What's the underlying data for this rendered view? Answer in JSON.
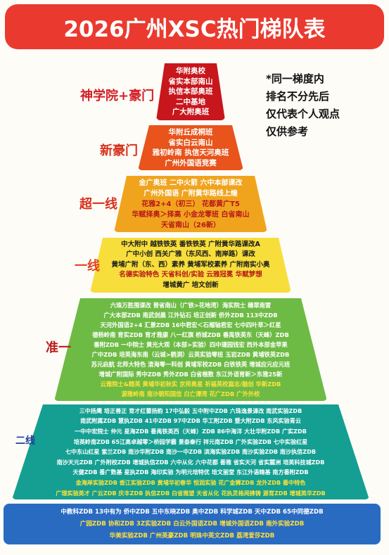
{
  "title": "2026广州XSC热门梯队表",
  "note": [
    "*同一梯度内",
    "排名不分先后",
    "仅代表个人观点",
    "仅供参考"
  ],
  "tiers": [
    {
      "label": "神学院+豪门",
      "color": "#c8161d",
      "label_color": "#d41f26",
      "text_color": "#ffffff",
      "lines": [
        [
          "华附奥校"
        ],
        [
          "省实本部南山"
        ],
        [
          "执信本部奥班"
        ],
        [
          "二中基地"
        ],
        [
          "广大附奥班"
        ]
      ]
    },
    {
      "label": "新豪门",
      "color": "#e8541b",
      "label_color": "#d7321d",
      "text_color": "#ffffff",
      "lines": [
        [
          "华附丘成桐班"
        ],
        [
          "省实白云南山"
        ],
        [
          "雅初岭南 执信天河奥班"
        ],
        [
          "广州外国语竞赛"
        ]
      ]
    },
    {
      "label": "超一线",
      "color": "#f0a41e",
      "label_color": "#d7321d",
      "text_color": "#ffffff",
      "lines": [
        [
          "金广奥班  二中火箭  六中本部课改"
        ],
        [
          "广州外国语  广附黄华路线上煌"
        ],
        [
          "花雅2+4（初三）",
          "花都黄广T5"
        ],
        [
          "华赋择奥＞择高  小金龙零班 白省南山"
        ],
        [
          "天省南山（26新）"
        ]
      ],
      "accent_color": "#b8161a"
    },
    {
      "label": "一线",
      "color": "#f7de3b",
      "label_color": "#e2401d",
      "text_color": "#1a1a1a",
      "lines": [
        [
          "中大附中  越铁铁英  番铁铁英  广附黄华路课改A"
        ],
        [
          "广中小创  西关广雅（东风西、南岸路）课改"
        ],
        [
          "黄埔广附（东、西）素养  黄埔军校素养  广附南实小奥"
        ],
        [
          "名德实验特色  天省科创/实验  云雅冠冕  华赋梦想"
        ],
        [
          "增城黄广  培文创新"
        ]
      ],
      "accent_color": "#b8161a"
    },
    {
      "label": "准一",
      "color": "#6dbb45",
      "label_color": "#b91c1c",
      "text_color": "#ffffff",
      "lines": [
        [
          "六珠万胜围课改  普省南山（广铁>花地湾）海实院士  穗翠南雷"
        ],
        [
          "广大本部ZDB 南武剑晨 江外钻石 培正创新 侨外ZDB 113中ZDB"
        ],
        [
          "天河外国语2+4 汇景ZDB 16中君宏＜石榴轴君宏  七中四叶草＞红星"
        ],
        [
          "德杨岭南 育实ZDB 育才雅康 八一红旗 桥城ZDB 番禺铁英东（天峰）ZDB"
        ],
        [
          "番附ZDB 一中院士 黄光大观（本部>实验）四中珊园钱宏 西外本部金苹果"
        ],
        [
          "广中ZDB 培英海东南（云城>鹤洞）云英实验零班 玉岩ZDB 黄埔铁英ZDB"
        ],
        [
          "苏元启航 北师大特色 清海零一科创 黄埔军校ZDB 白铁铁英 增城应元应元班"
        ],
        [
          "增城广附国际 秀中ZDB 秀外ZDB 白省楷数 东江外语育新＞东雅25新"
        ],
        [
          "云雅院士&精英 黄埔华初秋实 京师奥星 祈福英校篇志/融创 华新ZDB"
        ],
        [
          "源雅岭南 南沙朝阳国信 白亡谭湾 花广ZDB 广外外校"
        ]
      ],
      "accent_color": "#ffe23a"
    },
    {
      "label": "二线",
      "color": "#149f92",
      "label_color": "#1d3f9b",
      "text_color": "#ffffff",
      "lines": [
        [
          "三中扬鹰  培正善正  育才红蕾扬韵  17中弘毅  五中附中ZDB  六珠逸景课改  南武实验ZDB"
        ],
        [
          "南武附属ZDB  慧执ZDB  41中ZDB  97中ZDB  华工附ZDB  暨大附ZDB  东风实验青云"
        ],
        [
          "一中中宏院士  仲元  星海ZDB  番禺铁英西（天峰）ZDB  86中海洋  大壮华附ZDB  广实ZDB"
        ],
        [
          "培英岭南ZDB  65江高卓越零＞桥园学霸  景泰秦行  祥元南ZDB  广外实验ZDB  七中实验红星"
        ],
        [
          "七中东山红星  紫兰ZDB  南沙华附ZDB  南沙一中ZDB  滨海实验ZDB  南沙实验ZDB  南沙执信ZDB"
        ],
        [
          "南沙天元ZDB  广外附校ZDB  增城执信ZDB  六中从化  六中花都  番雅  省实天河  省实麓洲  培英科技城ZDB"
        ],
        [
          "天健ZDB  番广数基  星执ZDB  海印实验  为明元培特优  培文丽堂  东江外语精基  南方番附ZDB"
        ],
        [
          "金海岸实验ZDB  香江实验ZDB  黄埔华初春华  恒润实验  花广金狮ZDB  龙外ZDB  番中特色"
        ],
        [
          "广理实验英才  广云ZDB  庆丰ZDB  执信ZDB  白省雅望  天省从化  花执灵格阅拂铸  源育ZDB  增城英华ZDB"
        ]
      ],
      "accent_color": "#ffe23a"
    },
    {
      "label": "",
      "color": "#2a6bc2",
      "label_color": "#1d3f9b",
      "text_color": "#ffffff",
      "lines": [
        [
          "中教科ZDB  13中有为  侨中ZDB  五中东晓ZDB  奥中ZDB  科学城ZDB  天中ZDB  65中同德ZDB"
        ],
        [
          "广园ZDB  协和ZDB  3Z实验ZDB  白云外国语ZDB  增城外国语ZDB  南外实验ZDB"
        ],
        [
          "华美实验ZDB  广州英豪ZDB  明珠中英文ZDB  荔湾爱莎ZDB"
        ]
      ],
      "accent_color": "#ffe23a"
    }
  ]
}
